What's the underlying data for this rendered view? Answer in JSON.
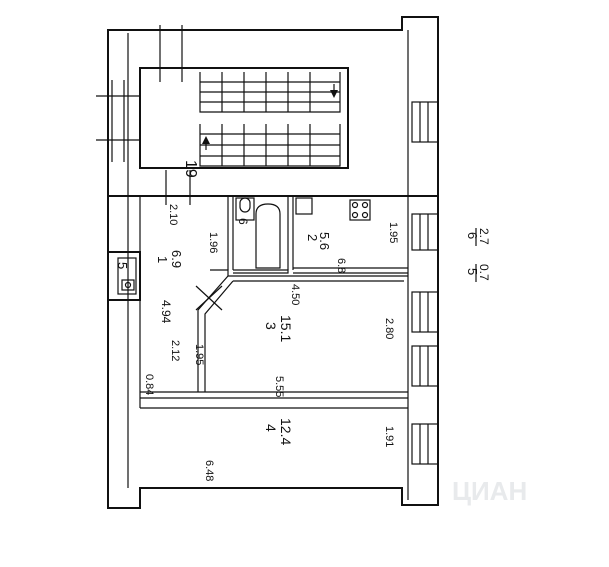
{
  "plan": {
    "line_color": "#111111",
    "background": "#ffffff",
    "rooms": [
      {
        "number": "1",
        "area": "6.9"
      },
      {
        "number": "2",
        "area": "5.6"
      },
      {
        "number": "3",
        "area": "15.1"
      },
      {
        "number": "4",
        "area": "12.4"
      },
      {
        "number": "5",
        "area": ""
      },
      {
        "number": "6",
        "area": ""
      }
    ],
    "stair_label": "19",
    "dimensions": {
      "d_2_10": "2.10",
      "d_1_96": "1.96",
      "d_1_95_kitchen": "1.95",
      "d_6_8": "6.8",
      "d_4_50": "4.50",
      "d_4_94": "4.94",
      "d_2_12": "2.12",
      "d_1_95_hall": "1.95",
      "d_2_80": "2.80",
      "d_0_84": "0.84",
      "d_5_55": "5.55",
      "d_1_91": "1.91",
      "d_6_48": "6.48"
    },
    "legend": {
      "item5_number": "5",
      "item5_area": "0.7",
      "item6_number": "6",
      "item6_area": "2.7"
    },
    "watermark": "ЦИАН"
  }
}
